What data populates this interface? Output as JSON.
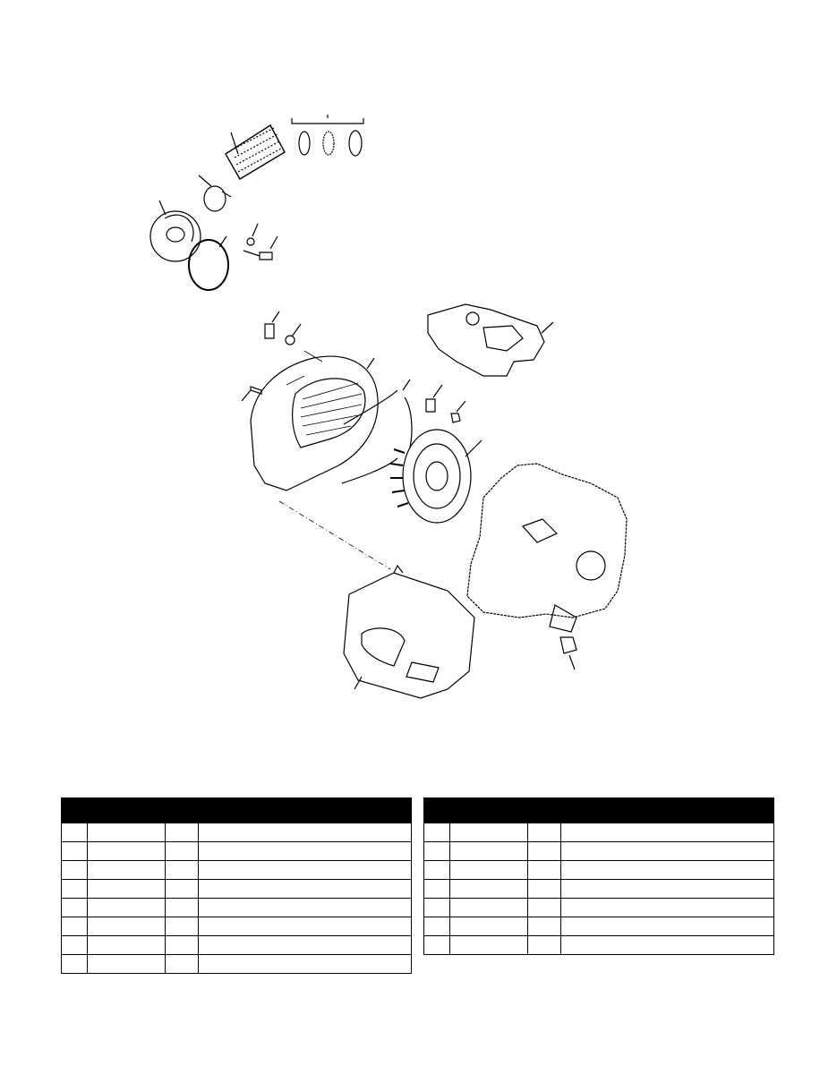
{
  "document": {
    "type": "exploded parts diagram",
    "tables": [
      {
        "rows": 8,
        "cells": []
      },
      {
        "rows": 7,
        "cells": []
      }
    ]
  }
}
